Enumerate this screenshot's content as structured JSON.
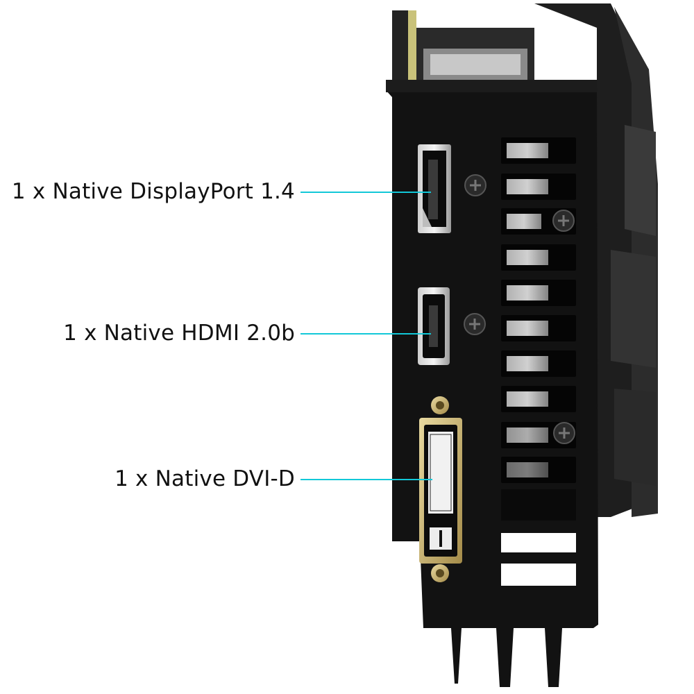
{
  "callouts": [
    {
      "id": "displayport",
      "text": "1 x Native DisplayPort 1.4"
    },
    {
      "id": "hdmi",
      "text": "1 x Native HDMI 2.0b"
    },
    {
      "id": "dvi",
      "text": "1 x Native DVI-D"
    }
  ],
  "colors": {
    "leader_line": "#12c8d8",
    "bracket": "#121212",
    "text": "#111111",
    "background": "#ffffff"
  }
}
